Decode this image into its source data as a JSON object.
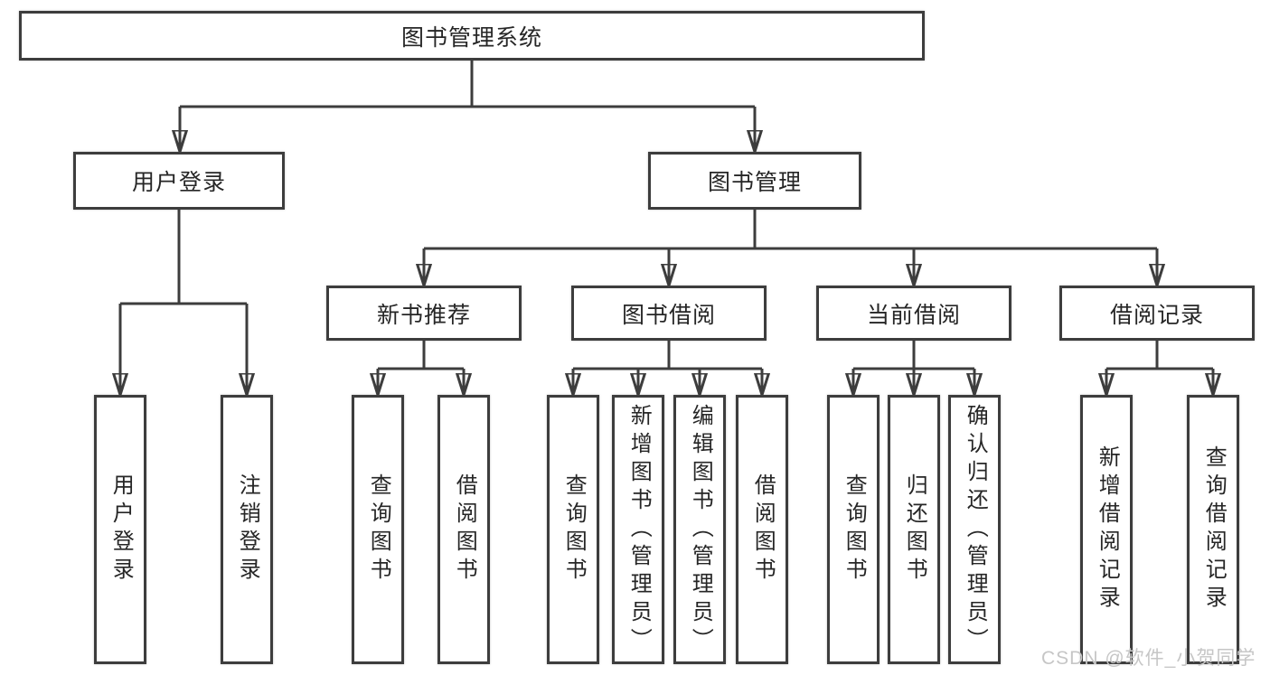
{
  "tree": {
    "label": "图书管理系统",
    "children": [
      {
        "label": "用户登录",
        "children": [
          {
            "label": "用户登录"
          },
          {
            "label": "注销登录"
          }
        ]
      },
      {
        "label": "图书管理",
        "children": [
          {
            "label": "新书推荐",
            "children": [
              {
                "label": "查询图书"
              },
              {
                "label": "借阅图书"
              }
            ]
          },
          {
            "label": "图书借阅",
            "children": [
              {
                "label": "查询图书"
              },
              {
                "label": "新增图书（管理员）"
              },
              {
                "label": "编辑图书（管理员）"
              },
              {
                "label": "借阅图书"
              }
            ]
          },
          {
            "label": "当前借阅",
            "children": [
              {
                "label": "查询图书"
              },
              {
                "label": "归还图书"
              },
              {
                "label": "确认归还（管理员）"
              }
            ]
          },
          {
            "label": "借阅记录",
            "children": [
              {
                "label": "新增借阅记录"
              },
              {
                "label": "查询借阅记录"
              }
            ]
          }
        ]
      }
    ]
  },
  "watermark": "CSDN @软件_小贺同学",
  "colors": {
    "line": "#3d3d3d",
    "text": "#262626",
    "watermark": "#c6c6c6",
    "background": "#ffffff"
  }
}
